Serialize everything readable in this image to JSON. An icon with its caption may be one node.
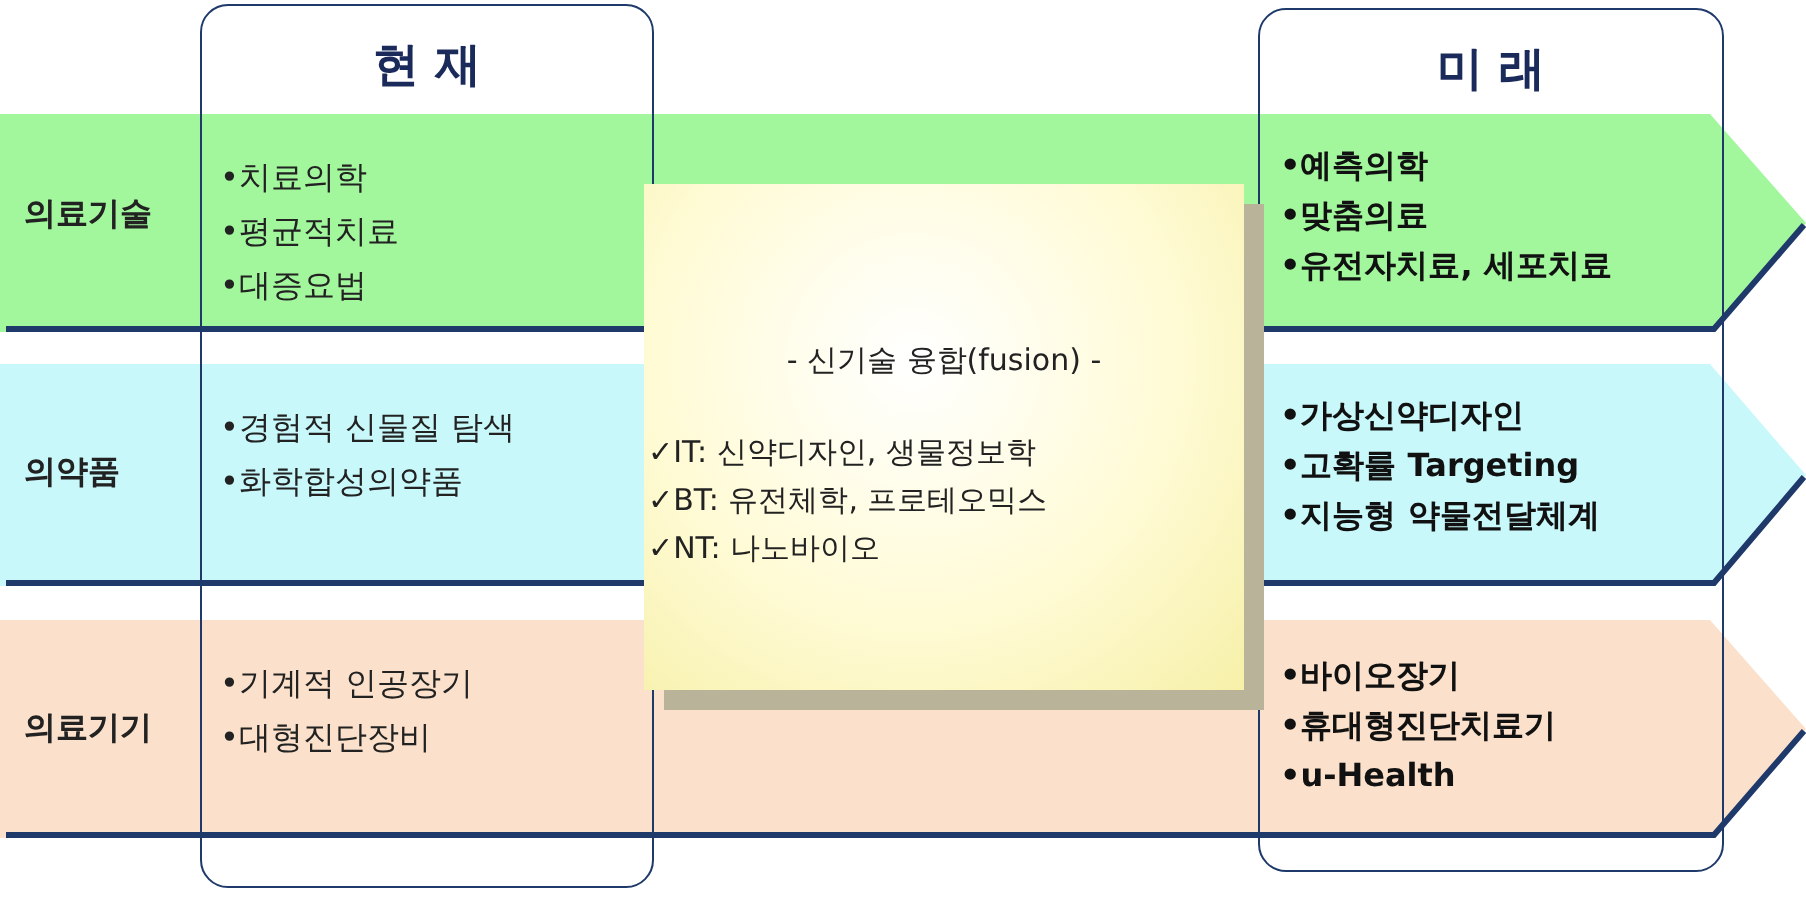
{
  "diagram": {
    "nodes": [
      {
        "text": [
          "현 재"
        ]
      },
      {
        "text": [
          "미 래"
        ]
      },
      {
        "text": [
          "의료기술",
          "•치료의학",
          "•평균적치료",
          "•대증요법",
          "•예측의학",
          "•맞춤의료",
          "•유전자치료, 세포치료"
        ]
      },
      {
        "text": [
          "의약품",
          "•경험적 신물질 탐색",
          "•화학합성의약품",
          "•가상신약디자인",
          "•고확률 Targeting",
          "•지능형 약물전달체계"
        ]
      },
      {
        "text": [
          "의료기기",
          "•기계적 인공장기",
          "•대형진단장비",
          "•바이오장기",
          "•휴대형진단치료기",
          "•u-Health"
        ]
      },
      {
        "text": [
          "- 신기술 융합(fusion) -",
          "✓IT: 신약디자인, 생물정보학",
          "✓BT: 유전체학, 프로테오믹스",
          "✓NT: 나노바이오"
        ]
      }
    ],
    "edges": []
  }
}
